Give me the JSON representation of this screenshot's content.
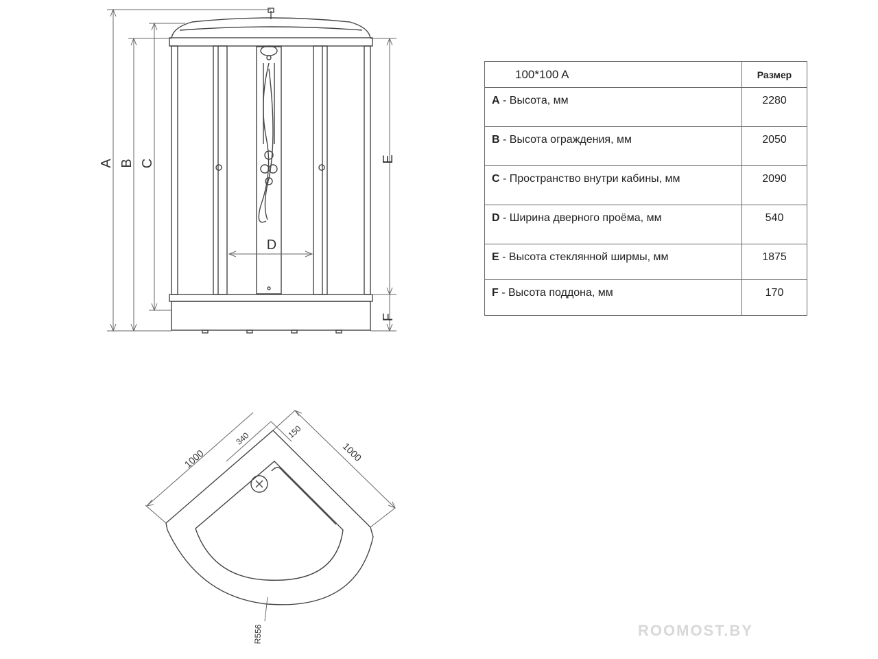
{
  "front_view": {
    "dim_labels": {
      "a": "A",
      "b": "B",
      "c": "C",
      "d": "D",
      "e": "E",
      "f": "F"
    }
  },
  "top_view": {
    "dims": {
      "side_left": "1000",
      "side_right": "1000",
      "drain_offset": "340",
      "edge_offset": "150",
      "radius": "R556"
    }
  },
  "table": {
    "header_model": "100*100 A",
    "header_size": "Размер",
    "rows": [
      {
        "letter": "A",
        "text": " - Высота, мм",
        "value": "2280"
      },
      {
        "letter": "B",
        "text": " - Высота ограждения, мм",
        "value": "2050"
      },
      {
        "letter": "C",
        "text": " - Пространство внутри кабины, мм",
        "value": "2090"
      },
      {
        "letter": "D",
        "text": " - Ширина дверного проёма, мм",
        "value": "540"
      },
      {
        "letter": "E",
        "text": " - Высота стеклянной ширмы, мм",
        "value": "1875"
      },
      {
        "letter": "F",
        "text": " - Высота поддона, мм",
        "value": "170"
      }
    ]
  },
  "watermark": "ROOMOST.BY"
}
